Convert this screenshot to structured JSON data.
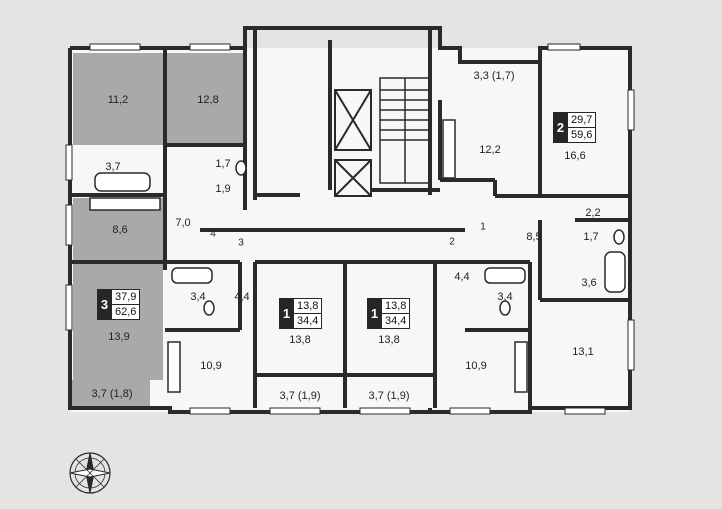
{
  "rooms": [
    {
      "id": "r1",
      "label": "11,2"
    },
    {
      "id": "r2",
      "label": "12,8"
    },
    {
      "id": "r3",
      "label": "3,7"
    },
    {
      "id": "r4",
      "label": "1,7"
    },
    {
      "id": "r5",
      "label": "1,9"
    },
    {
      "id": "r6",
      "label": "8,6"
    },
    {
      "id": "r7",
      "label": "7,0"
    },
    {
      "id": "r8",
      "label": "13,9"
    },
    {
      "id": "r9",
      "label": "3,7 (1,8)"
    },
    {
      "id": "r10",
      "label": "3,4"
    },
    {
      "id": "r11",
      "label": "4,4"
    },
    {
      "id": "r12",
      "label": "10,9"
    },
    {
      "id": "r13",
      "label": "13,8"
    },
    {
      "id": "r14",
      "label": "3,7 (1,9)"
    },
    {
      "id": "r15",
      "label": "13,8"
    },
    {
      "id": "r16",
      "label": "3,7 (1,9)"
    },
    {
      "id": "r17",
      "label": "4,4"
    },
    {
      "id": "r18",
      "label": "3,4"
    },
    {
      "id": "r19",
      "label": "10,9"
    },
    {
      "id": "r20",
      "label": "3,3 (1,7)"
    },
    {
      "id": "r21",
      "label": "12,2"
    },
    {
      "id": "r22",
      "label": "16,6"
    },
    {
      "id": "r23",
      "label": "8,5"
    },
    {
      "id": "r24",
      "label": "2,2"
    },
    {
      "id": "r25",
      "label": "1,7"
    },
    {
      "id": "r26",
      "label": "3,6"
    },
    {
      "id": "r27",
      "label": "13,1"
    }
  ],
  "door_markers": [
    "4",
    "3",
    "2",
    "1"
  ],
  "apartments": [
    {
      "rooms": "3",
      "living": "37,9",
      "total": "62,6"
    },
    {
      "rooms": "1",
      "living": "13,8",
      "total": "34,4"
    },
    {
      "rooms": "1",
      "living": "13,8",
      "total": "34,4"
    },
    {
      "rooms": "2",
      "living": "29,7",
      "total": "59,6"
    }
  ],
  "compass_icon": "compass-rose-icon",
  "colors": {
    "wall": "#2a2a2a",
    "shaded_room": "#a9a9a7",
    "floor": "#f7f7f5",
    "background": "#e4e4e2"
  }
}
